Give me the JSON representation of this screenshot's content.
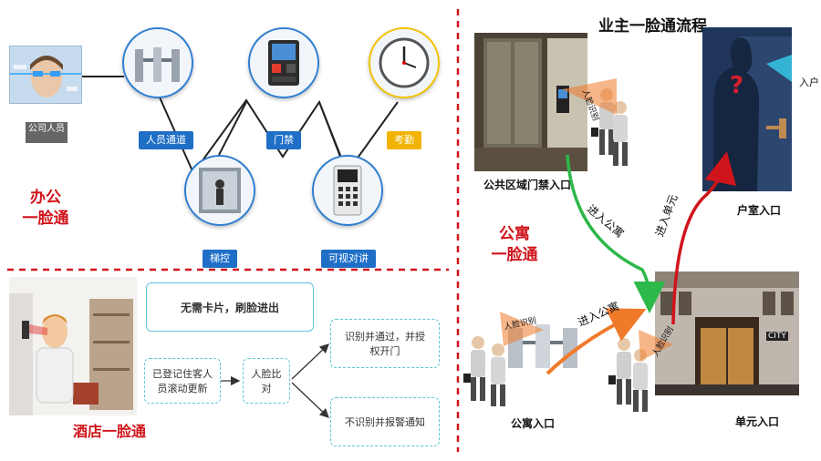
{
  "office": {
    "employee_label": "公司人员",
    "title_line1": "办公",
    "title_line2": "一脸通",
    "nodes": {
      "turnstile": "人员通道",
      "access": "门禁",
      "clock": "考勤",
      "elevator": "梯控",
      "intercom": "可视对讲"
    }
  },
  "hotel": {
    "title": "酒店一脸通",
    "no_card": "无需卡片，刷脸进出",
    "registered": "已登记住客人员滚动更新",
    "compare": "人脸比对",
    "pass": "识别并通过，并授权开门",
    "alarm": "不识别并报警通知"
  },
  "owner": {
    "title": "业主一脸通流程",
    "public_entry": "公共区域门禁入口",
    "apartment_entry": "公寓入口",
    "unit_entry": "单元入口",
    "home_entry": "户室入口",
    "enter_home": "入户",
    "enter_apartment_green": "进入公寓",
    "enter_apartment_orange": "进入公寓",
    "enter_unit": "进入单元",
    "face_tag": "人脸识别",
    "apartment_title_line1": "公寓",
    "apartment_title_line2": "一脸通",
    "building_sign": "CITY"
  },
  "colors": {
    "blue": "#1f6fc7",
    "red": "#d0141b",
    "gold": "#f2b200",
    "green": "#2db84a",
    "orange": "#f07a2a"
  }
}
